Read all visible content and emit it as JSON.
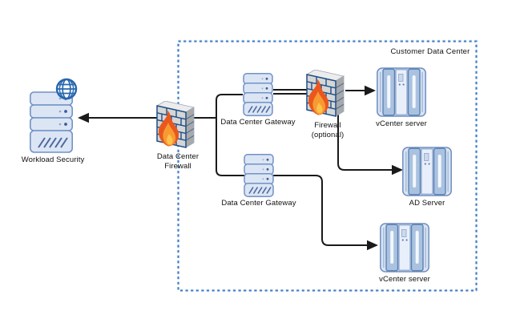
{
  "diagram": {
    "background_color": "#ffffff",
    "connector_color": "#1a1a1a",
    "boundary": {
      "label": "Customer Data Center",
      "border_color": "#3c7ac2",
      "border_style": "dashed"
    },
    "nodes": {
      "workload_security": {
        "label": "Workload Security",
        "icon": "server-stack-globe"
      },
      "data_center_firewall": {
        "label": "Data Center\nFirewall",
        "icon": "firewall-brick-flame"
      },
      "gateway_top": {
        "label": "Data Center Gateway",
        "icon": "server-stack"
      },
      "firewall_optional": {
        "label": "Firewall\n(optional)",
        "icon": "firewall-brick-flame"
      },
      "vcenter_top": {
        "label": "vCenter server",
        "icon": "rack-towers"
      },
      "ad_server": {
        "label": "AD Server",
        "icon": "rack-towers"
      },
      "gateway_bottom": {
        "label": "Data Center Gateway",
        "icon": "server-stack"
      },
      "vcenter_bottom": {
        "label": "vCenter server",
        "icon": "rack-towers"
      }
    },
    "edges": [
      {
        "from": "data_center_firewall",
        "to": "workload_security",
        "arrow": true,
        "style": "single"
      },
      {
        "from": "data_center_firewall",
        "to": "gateway_top",
        "arrow": false,
        "style": "single"
      },
      {
        "from": "data_center_firewall",
        "to": "gateway_bottom",
        "arrow": false,
        "style": "single"
      },
      {
        "from": "gateway_top",
        "to": "firewall_optional",
        "arrow": false,
        "style": "double"
      },
      {
        "from": "firewall_optional",
        "to": "vcenter_top",
        "arrow": true,
        "style": "single"
      },
      {
        "from": "firewall_optional",
        "to": "ad_server",
        "arrow": true,
        "style": "single"
      },
      {
        "from": "gateway_bottom",
        "to": "vcenter_bottom",
        "arrow": true,
        "style": "single"
      }
    ],
    "icon_colors": {
      "server_fill": "#dbe5f4",
      "server_stroke": "#7292c5",
      "brick_front": "#d6d6d6",
      "brick_mortar": "#1d4f86",
      "flame_outer": "#ea571d",
      "flame_mid": "#f79a32",
      "flame_core": "#fcc24e",
      "globe_stroke": "#2767ae",
      "tower_fill": "#a9c2e0"
    }
  }
}
